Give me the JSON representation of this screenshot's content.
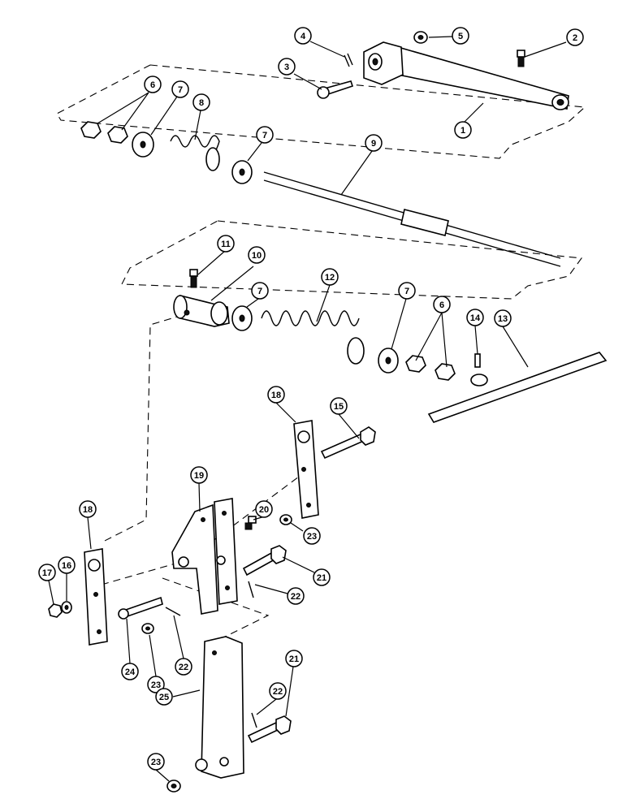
{
  "callouts": [
    {
      "id": "c1",
      "label": "1"
    },
    {
      "id": "c2",
      "label": "2"
    },
    {
      "id": "c3",
      "label": "3"
    },
    {
      "id": "c4",
      "label": "4"
    },
    {
      "id": "c5",
      "label": "5"
    },
    {
      "id": "c6a",
      "label": "6"
    },
    {
      "id": "c7a",
      "label": "7"
    },
    {
      "id": "c8",
      "label": "8"
    },
    {
      "id": "c7b",
      "label": "7"
    },
    {
      "id": "c9",
      "label": "9"
    },
    {
      "id": "c11",
      "label": "11"
    },
    {
      "id": "c10",
      "label": "10"
    },
    {
      "id": "c7c",
      "label": "7"
    },
    {
      "id": "c12",
      "label": "12"
    },
    {
      "id": "c7d",
      "label": "7"
    },
    {
      "id": "c6b",
      "label": "6"
    },
    {
      "id": "c14",
      "label": "14"
    },
    {
      "id": "c13",
      "label": "13"
    },
    {
      "id": "c18a",
      "label": "18"
    },
    {
      "id": "c15",
      "label": "15"
    },
    {
      "id": "c19",
      "label": "19"
    },
    {
      "id": "c18b",
      "label": "18"
    },
    {
      "id": "c20",
      "label": "20"
    },
    {
      "id": "c23a",
      "label": "23"
    },
    {
      "id": "c17",
      "label": "17"
    },
    {
      "id": "c16",
      "label": "16"
    },
    {
      "id": "c21a",
      "label": "21"
    },
    {
      "id": "c22a",
      "label": "22"
    },
    {
      "id": "c22b",
      "label": "22"
    },
    {
      "id": "c24",
      "label": "24"
    },
    {
      "id": "c23b",
      "label": "23"
    },
    {
      "id": "c25",
      "label": "25"
    },
    {
      "id": "c22c",
      "label": "22"
    },
    {
      "id": "c21b",
      "label": "21"
    },
    {
      "id": "c23c",
      "label": "23"
    }
  ]
}
